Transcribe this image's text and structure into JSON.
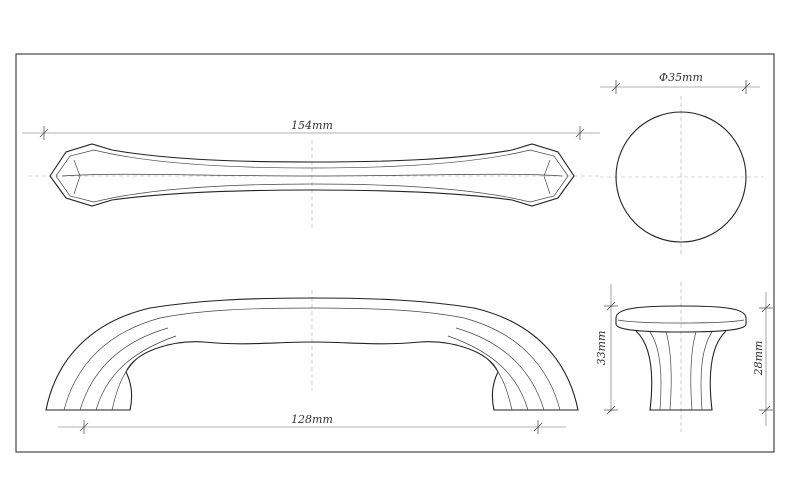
{
  "dimensions": {
    "overall_length": "154mm",
    "knob_diameter": "Φ35mm",
    "hole_spacing": "128mm",
    "knob_height": "33mm",
    "knob_base_height": "28mm"
  },
  "colors": {
    "line": "#222222",
    "centerline": "#aaaaaa",
    "dimension": "#666666",
    "frame": "#222222"
  }
}
